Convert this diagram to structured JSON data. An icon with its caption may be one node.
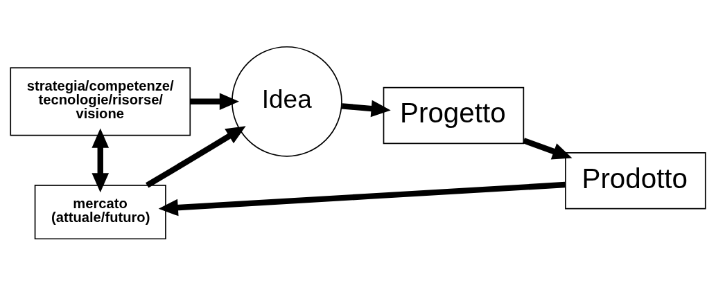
{
  "diagram": {
    "nodes": [
      {
        "text": [
          "strategia/competenze/ tecnologie/risorse/ visione"
        ]
      },
      {
        "text": [
          "Idea"
        ]
      },
      {
        "text": [
          "Progetto"
        ]
      },
      {
        "text": [
          "Prodotto"
        ]
      },
      {
        "text": [
          "mercato (attuale/futuro)"
        ]
      }
    ],
    "edges": [
      {
        "from": 0,
        "to": 4,
        "arrow": "both"
      },
      {
        "from": 0,
        "to": 1,
        "arrow": "to"
      },
      {
        "from": 4,
        "to": 1,
        "arrow": "to"
      },
      {
        "from": 1,
        "to": 2,
        "arrow": "to"
      },
      {
        "from": 2,
        "to": 3,
        "arrow": "to"
      },
      {
        "from": 3,
        "to": 4,
        "arrow": "to"
      }
    ]
  }
}
